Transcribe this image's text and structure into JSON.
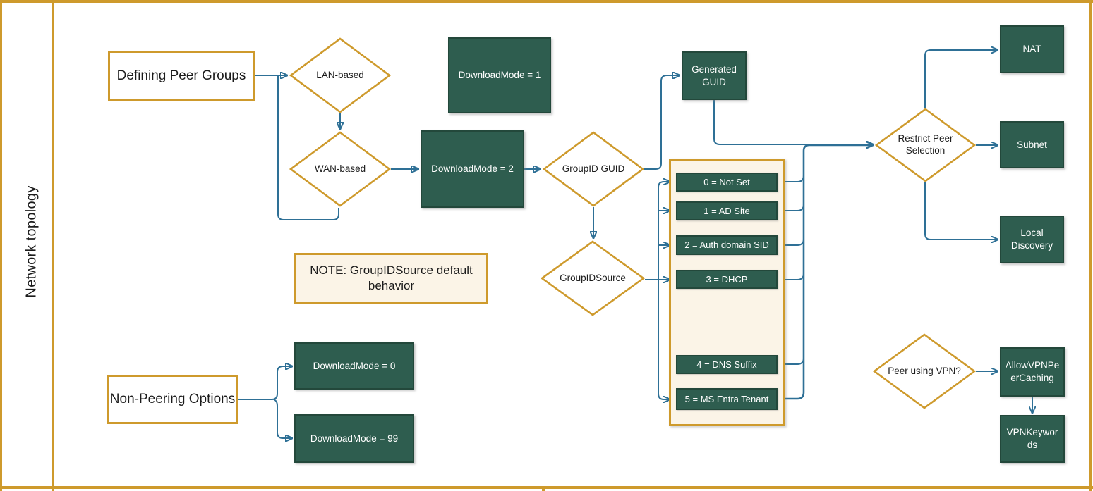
{
  "lane": {
    "label": "Network topology"
  },
  "colors": {
    "orange": "#CE9A2C",
    "blue": "#2E7096",
    "green": "#2E5D4F",
    "green-border": "#23483B",
    "cream": "#FBF4E7",
    "ink": "#1b1b1b"
  },
  "nodes": {
    "defining_peer_groups": "Defining Peer Groups",
    "lan_based": "LAN-based",
    "wan_based": "WAN-based",
    "download_mode_1": "DownloadMode = 1",
    "download_mode_2": "DownloadMode = 2",
    "groupid_guid": "GroupID GUID",
    "generated_guid": "Generated GUID",
    "groupid_source": "GroupIDSource",
    "note": "NOTE: GroupIDSource default behavior",
    "restrict_peer_selection": "Restrict Peer Selection",
    "nat": "NAT",
    "subnet": "Subnet",
    "local_discovery": "Local Discovery",
    "non_peering_options": "Non-Peering Options",
    "download_mode_0": "DownloadMode = 0",
    "download_mode_99": "DownloadMode = 99",
    "peer_using_vpn": "Peer using VPN?",
    "allow_vpn_peer_caching": "AllowVPNPeerCaching",
    "vpn_keywords": "VPNKeywords"
  },
  "groupid_source_options": [
    "0 = Not Set",
    "1 = AD Site",
    "2 = Auth domain SID",
    "3 = DHCP",
    "4 = DNS Suffix",
    "5 = MS Entra Tenant"
  ]
}
